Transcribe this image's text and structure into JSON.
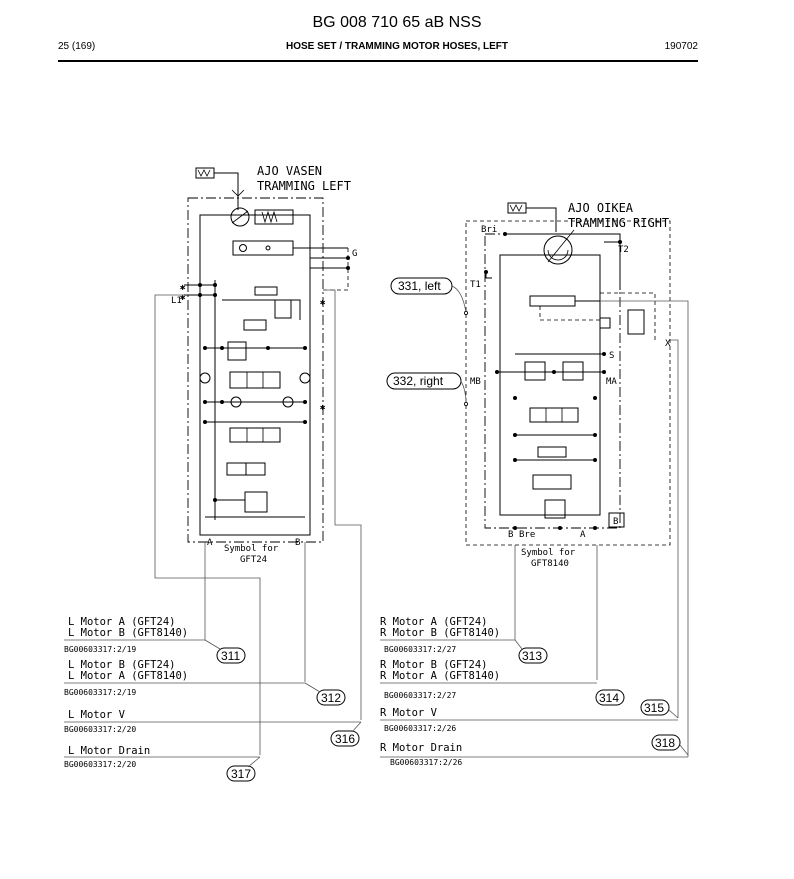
{
  "header": {
    "doc_number": "BG 008 710 65 aB NSS",
    "page": "25 (169)",
    "section_title": "HOSE SET / TRAMMING MOTOR HOSES, LEFT",
    "date": "190702"
  },
  "left_motor": {
    "title_line1": "AJO VASEN",
    "title_line2": "TRAMMING LEFT",
    "port_g": "G",
    "port_l1": "L1",
    "port_a": "A",
    "port_b": "B",
    "symbol_line1": "Symbol for",
    "symbol_line2": "GFT24"
  },
  "right_motor": {
    "title_line1": "AJO OIKEA",
    "title_line2": "TRAMMING RIGHT",
    "port_bri": "Bri",
    "port_t1": "T1",
    "port_t2": "T2",
    "port_s": "S",
    "port_x": "X",
    "port_mb": "MB",
    "port_ma": "MA",
    "port_b": "B",
    "port_bre": "Bre",
    "port_a": "A",
    "box_b": "B",
    "symbol_line1": "Symbol for",
    "symbol_line2": "GFT8140"
  },
  "callouts": {
    "c331": "331, left",
    "c332": "332, right",
    "c311": "311",
    "c312": "312",
    "c313": "313",
    "c314": "314",
    "c315": "315",
    "c316": "316",
    "c317": "317",
    "c318": "318"
  },
  "left_hoses": [
    {
      "line1": "L Motor A (GFT24)",
      "line2": "L Motor B (GFT8140)",
      "ref": "BG00603317:2/19"
    },
    {
      "line1": "L Motor B (GFT24)",
      "line2": "L Motor A (GFT8140)",
      "ref": "BG00603317:2/19"
    },
    {
      "line1": "L Motor V",
      "line2": "",
      "ref": "BG00603317:2/20"
    },
    {
      "line1": "L Motor Drain",
      "line2": "",
      "ref": "BG00603317:2/20"
    }
  ],
  "right_hoses": [
    {
      "line1": "R Motor A (GFT24)",
      "line2": "R Motor B (GFT8140)",
      "ref": "BG00603317:2/27"
    },
    {
      "line1": "R Motor B (GFT24)",
      "line2": "R Motor A (GFT8140)",
      "ref": "BG00603317:2/27"
    },
    {
      "line1": "R Motor V",
      "line2": "",
      "ref": "BG00603317:2/26"
    },
    {
      "line1": "R Motor Drain",
      "line2": "",
      "ref": "BG00603317:2/26"
    }
  ]
}
